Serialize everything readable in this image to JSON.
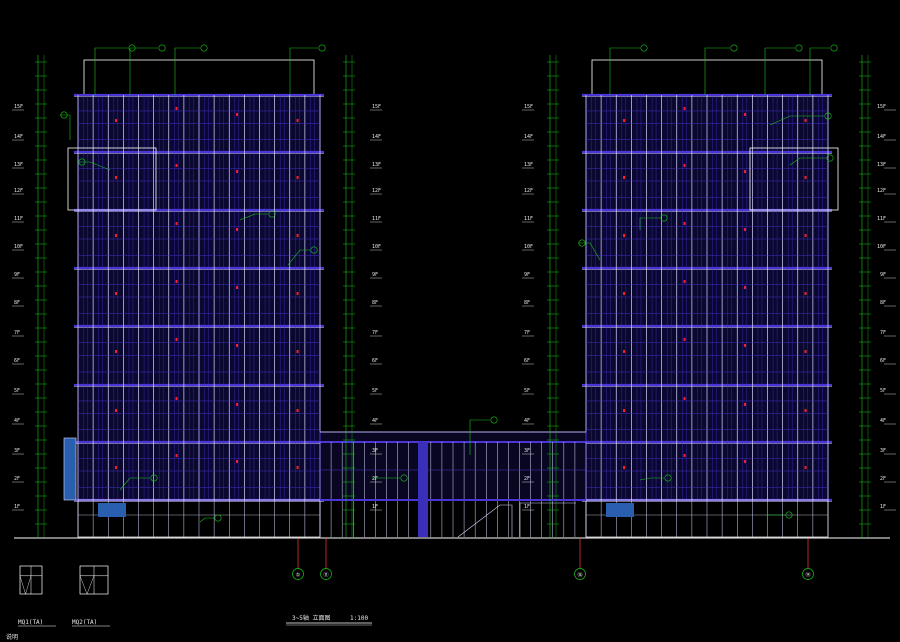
{
  "drawing": {
    "title": "3~5轴 立面图",
    "scale": "1:100",
    "footer_note": "说明",
    "colors": {
      "background": "#000000",
      "outline": "#ffffff",
      "curtain_wall": "#4a35d6",
      "mullion": "#d9d9ff",
      "grid": "#ff3b3b",
      "leader": "#19c419",
      "dimension": "#19c419",
      "accent_red": "#ff2020",
      "glass_blue": "#2a5fb0"
    }
  },
  "levels": [
    "15F",
    "14F",
    "13F",
    "12F",
    "11F",
    "10F",
    "9F",
    "8F",
    "7F",
    "6F",
    "5F",
    "4F",
    "3F",
    "2F",
    "1F"
  ],
  "axes": [
    {
      "label": "①"
    },
    {
      "label": "⑪"
    },
    {
      "label": "⑯"
    },
    {
      "label": "⑭"
    }
  ],
  "window_legend": [
    {
      "code": "MQ1(TA)"
    },
    {
      "code": "MQ2(TA)"
    }
  ]
}
